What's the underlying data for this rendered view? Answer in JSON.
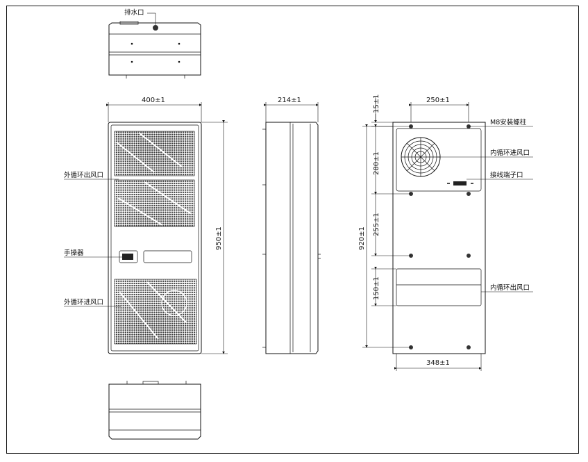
{
  "labels": {
    "drain_port": "排水口",
    "ext_outlet": "外循环出风口",
    "handle": "手操器",
    "ext_inlet": "外循环进风口",
    "m8_stud": "M8安装螺柱",
    "int_inlet": "内循环进风口",
    "terminal": "接线端子口",
    "int_outlet": "内循环出风口"
  },
  "dimensions": {
    "width_front": "400±1",
    "depth_side": "214±1",
    "height_front": "950±1",
    "top_15": "15±1",
    "hole_250": "250±1",
    "dim_280": "280±1",
    "dim_920": "920±1",
    "dim_255": "255±1",
    "dim_150": "150±1",
    "bottom_348": "348±1"
  }
}
